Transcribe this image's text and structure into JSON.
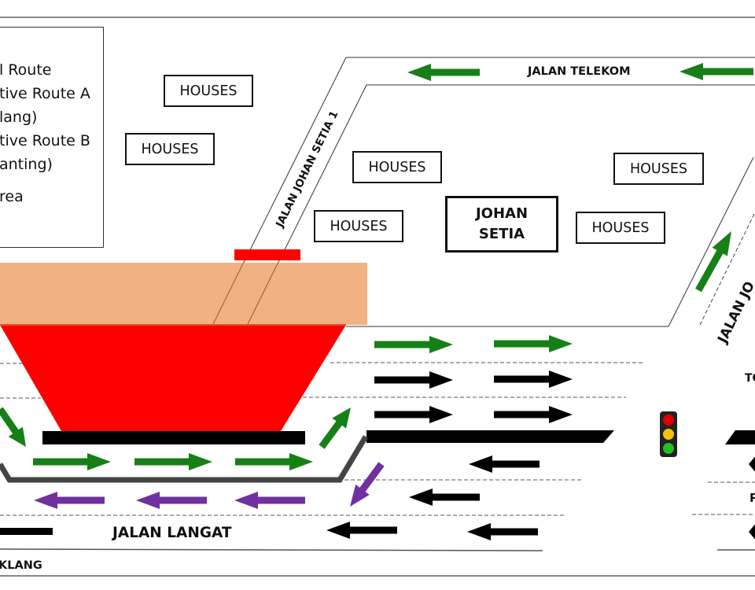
{
  "legend": {
    "items": [
      {
        "label": "l Route"
      },
      {
        "label": "tive Route A"
      },
      {
        "label": "lang)"
      },
      {
        "label": "tive Route B"
      },
      {
        "label": "anting)"
      },
      {
        "label": "rea"
      }
    ]
  },
  "houses": [
    {
      "label": "HOUSES"
    },
    {
      "label": "HOUSES"
    },
    {
      "label": "HOUSES"
    },
    {
      "label": "HOUSES"
    },
    {
      "label": "HOUSES"
    },
    {
      "label": "HOUSES"
    }
  ],
  "area": {
    "line1": "JOHAN",
    "line2": "SETIA"
  },
  "roads": {
    "telekom": "JALAN TELEKOM",
    "johan_setia_1": "JALAN JOHAN SETIA 1",
    "johan_right": "JALAN JO",
    "langat": "JALAN LANGAT",
    "klang": "KLANG",
    "to_partial": "TO",
    "p_partial": "P"
  },
  "colors": {
    "green_route": "#168016",
    "purple_route": "#7030A0",
    "black_arrow": "#000000",
    "affected_red": "#FF0000",
    "peach_area": "#F0B183",
    "divider": "#444444"
  },
  "traffic_light": {
    "icon": "traffic-light-icon",
    "lights": [
      "#e00000",
      "#f2c200",
      "#20c020"
    ]
  }
}
